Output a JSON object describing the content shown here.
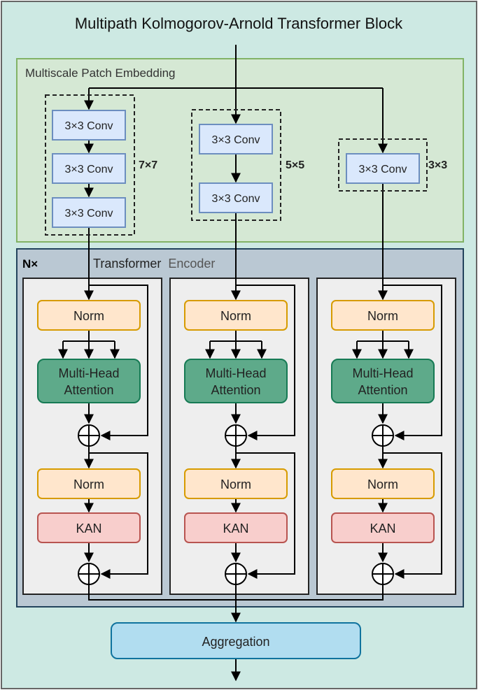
{
  "title": "Multipath Kolmogorov-Arnold Transformer Block",
  "embedding": {
    "label": "Multiscale Patch Embedding",
    "branches": [
      {
        "scale_label": "7×7",
        "convs": [
          "3×3 Conv",
          "3×3 Conv",
          "3×3 Conv"
        ]
      },
      {
        "scale_label": "5×5",
        "convs": [
          "3×3 Conv",
          "3×3 Conv"
        ]
      },
      {
        "scale_label": "3×3",
        "convs": [
          "3×3 Conv"
        ]
      }
    ]
  },
  "encoder": {
    "repeat_label": "N×",
    "label_part1": "Transformer",
    "label_part2": "Encoder",
    "columns": [
      {
        "norm1": "Norm",
        "attention_line1": "Multi-Head",
        "attention_line2": "Attention",
        "norm2": "Norm",
        "kan": "KAN"
      },
      {
        "norm1": "Norm",
        "attention_line1": "Multi-Head",
        "attention_line2": "Attention",
        "norm2": "Norm",
        "kan": "KAN"
      },
      {
        "norm1": "Norm",
        "attention_line1": "Multi-Head",
        "attention_line2": "Attention",
        "norm2": "Norm",
        "kan": "KAN"
      }
    ]
  },
  "aggregation": {
    "label": "Aggregation"
  },
  "colors": {
    "outer_bg": "#cde9e3",
    "embedding_bg": "#d5e8d4",
    "embedding_border": "#82b366",
    "encoder_bg": "#bac8d3",
    "encoder_border": "#23445d",
    "column_bg": "#eeeeee",
    "conv_fill": "#dae8fc",
    "conv_stroke": "#6c8ebf",
    "norm_fill": "#ffe6cc",
    "norm_stroke": "#d79b00",
    "attention_fill": "#5eaa8a",
    "attention_stroke": "#167a54",
    "kan_fill": "#f8cecc",
    "kan_stroke": "#b85450",
    "aggregation_fill": "#b1ddf0",
    "aggregation_stroke": "#10739e"
  }
}
